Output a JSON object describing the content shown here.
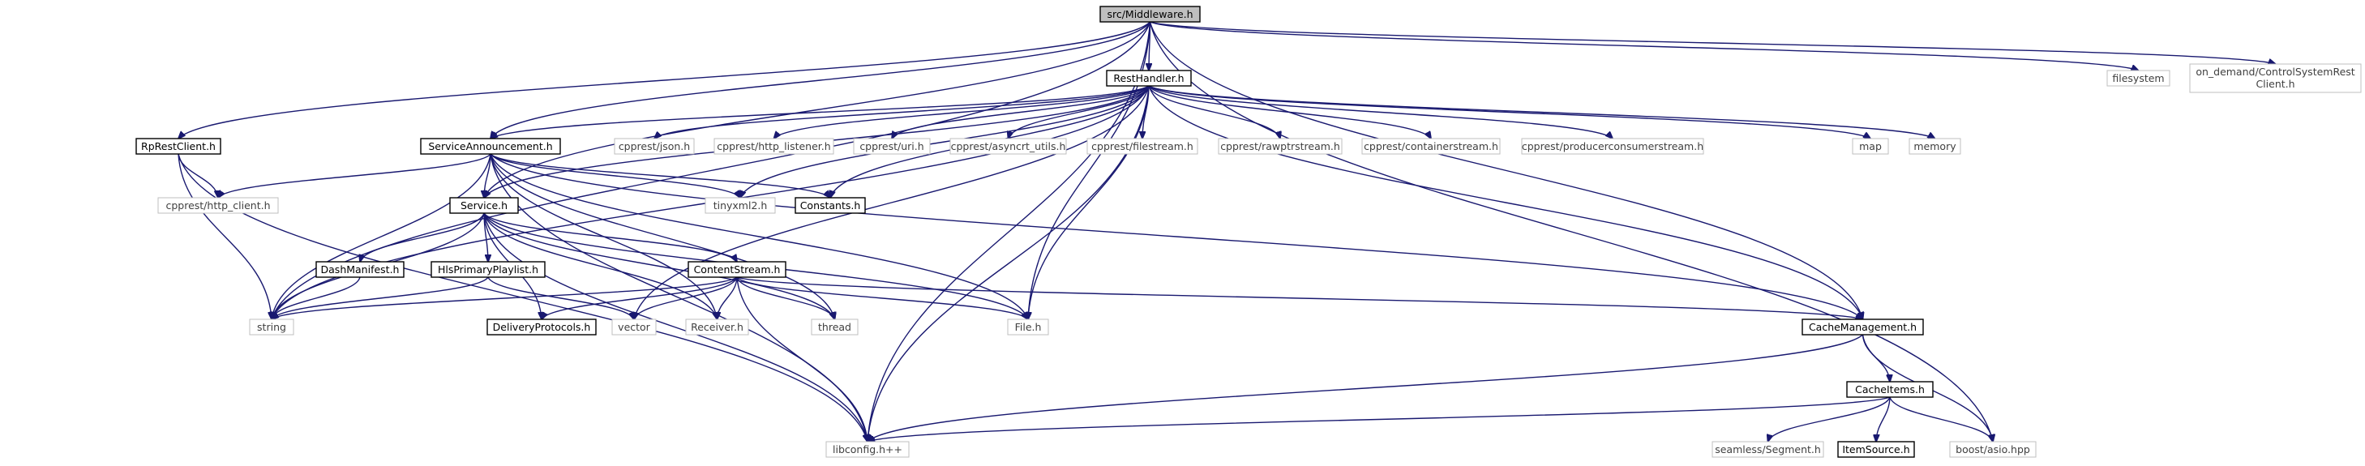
{
  "diagram": {
    "kind": "include-dependency-graph",
    "colors": {
      "edge": "#191970",
      "root_fill": "#bfbfbf",
      "node_border": "#000000",
      "external_border": "#bfbfbf",
      "external_text": "#404040"
    },
    "nodes": [
      {
        "id": "middleware",
        "label": "src/Middleware.h",
        "type": "root"
      },
      {
        "id": "resthandler",
        "label": "RestHandler.h",
        "type": "local"
      },
      {
        "id": "filesystem",
        "label": "filesystem",
        "type": "external"
      },
      {
        "id": "ondemand",
        "label": "on_demand/ControlSystemRest",
        "label2": "Client.h",
        "type": "external"
      },
      {
        "id": "rprestclient",
        "label": "RpRestClient.h",
        "type": "local"
      },
      {
        "id": "serviceann",
        "label": "ServiceAnnouncement.h",
        "type": "local"
      },
      {
        "id": "cpjson",
        "label": "cpprest/json.h",
        "type": "external"
      },
      {
        "id": "cphttplistener",
        "label": "cpprest/http_listener.h",
        "type": "external"
      },
      {
        "id": "cpuri",
        "label": "cpprest/uri.h",
        "type": "external"
      },
      {
        "id": "cpasync",
        "label": "cpprest/asyncrt_utils.h",
        "type": "external"
      },
      {
        "id": "cpfilestream",
        "label": "cpprest/filestream.h",
        "type": "external"
      },
      {
        "id": "cprawptr",
        "label": "cpprest/rawptrstream.h",
        "type": "external"
      },
      {
        "id": "cpcontainer",
        "label": "cpprest/containerstream.h",
        "type": "external"
      },
      {
        "id": "cpprodcons",
        "label": "cpprest/producerconsumerstream.h",
        "type": "external"
      },
      {
        "id": "map",
        "label": "map",
        "type": "external"
      },
      {
        "id": "memory",
        "label": "memory",
        "type": "external"
      },
      {
        "id": "cphttpclient",
        "label": "cpprest/http_client.h",
        "type": "external"
      },
      {
        "id": "service",
        "label": "Service.h",
        "type": "local"
      },
      {
        "id": "tinyxml",
        "label": "tinyxml2.h",
        "type": "external"
      },
      {
        "id": "constants",
        "label": "Constants.h",
        "type": "local"
      },
      {
        "id": "dashmanifest",
        "label": "DashManifest.h",
        "type": "local"
      },
      {
        "id": "hlsprimary",
        "label": "HlsPrimaryPlaylist.h",
        "type": "local"
      },
      {
        "id": "contentstream",
        "label": "ContentStream.h",
        "type": "local"
      },
      {
        "id": "string",
        "label": "string",
        "type": "external"
      },
      {
        "id": "deliveryproto",
        "label": "DeliveryProtocols.h",
        "type": "local"
      },
      {
        "id": "vector",
        "label": "vector",
        "type": "external"
      },
      {
        "id": "receiver",
        "label": "Receiver.h",
        "type": "external"
      },
      {
        "id": "thread",
        "label": "thread",
        "type": "external"
      },
      {
        "id": "fileh",
        "label": "File.h",
        "type": "external"
      },
      {
        "id": "cachemgmt",
        "label": "CacheManagement.h",
        "type": "local"
      },
      {
        "id": "cacheitems",
        "label": "CacheItems.h",
        "type": "local"
      },
      {
        "id": "libconfig",
        "label": "libconfig.h++",
        "type": "external"
      },
      {
        "id": "seamless",
        "label": "seamless/Segment.h",
        "type": "external"
      },
      {
        "id": "itemsource",
        "label": "ItemSource.h",
        "type": "local"
      },
      {
        "id": "boostasio",
        "label": "boost/asio.hpp",
        "type": "external"
      }
    ]
  }
}
